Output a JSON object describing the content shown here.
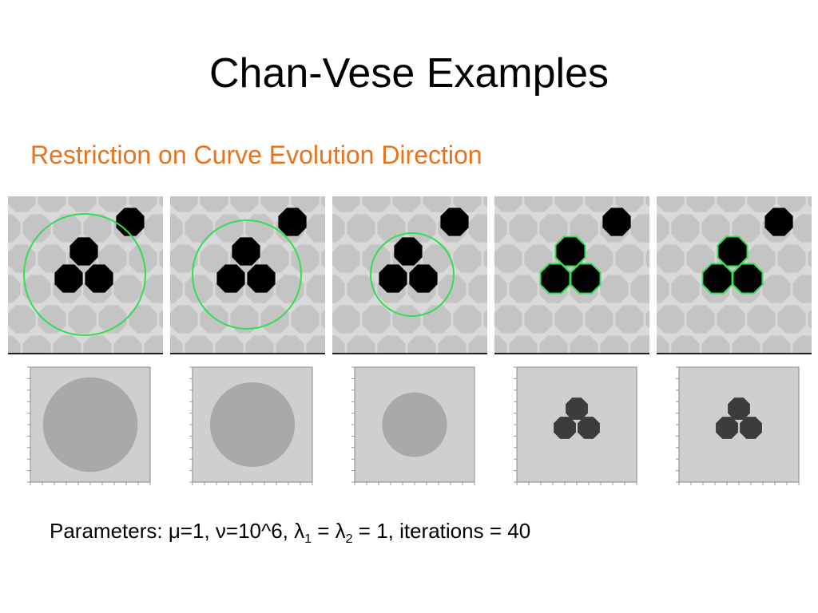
{
  "slide": {
    "title": "Chan-Vese Examples",
    "subtitle": "Restriction on Curve Evolution Direction",
    "params": {
      "prefix": "Parameters: μ=1, ν=10^6, λ",
      "sub1": "1",
      "middle": " =  λ",
      "sub2": "2",
      "suffix": " = 1, iterations = 40"
    }
  },
  "frames": [
    {
      "curve": "circle",
      "radius": 76
    },
    {
      "curve": "circle",
      "radius": 68
    },
    {
      "curve": "circle",
      "radius": 52
    },
    {
      "curve": "blob"
    },
    {
      "curve": "blob"
    }
  ],
  "colors": {
    "accent": "#e8731f",
    "contour": "#33dd55",
    "disk_dark": "#000000",
    "disk_light": "#c4c4c4"
  }
}
